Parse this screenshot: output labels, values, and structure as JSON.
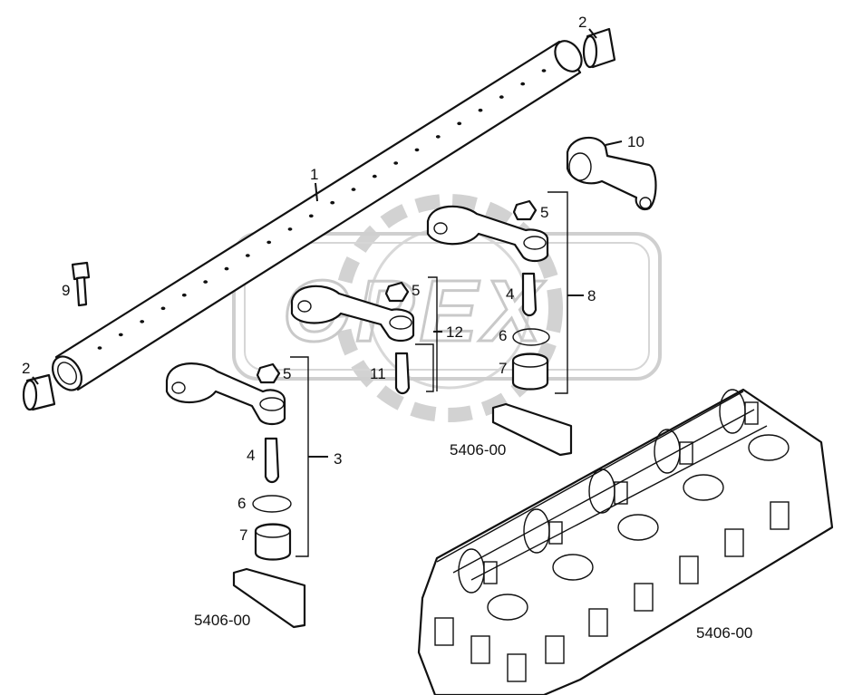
{
  "colors": {
    "ink": "#111111",
    "watermark": "#c9c9c9",
    "background": "#ffffff"
  },
  "watermark": {
    "text": "OPEX"
  },
  "callouts": [
    {
      "id": "1",
      "text": "1"
    },
    {
      "id": "2-top",
      "text": "2"
    },
    {
      "id": "2-left",
      "text": "2"
    },
    {
      "id": "3",
      "text": "3"
    },
    {
      "id": "4-low",
      "text": "4"
    },
    {
      "id": "4-mid",
      "text": "4"
    },
    {
      "id": "5-low",
      "text": "5"
    },
    {
      "id": "5-mid",
      "text": "5"
    },
    {
      "id": "5-top",
      "text": "5"
    },
    {
      "id": "6-low",
      "text": "6"
    },
    {
      "id": "6-mid",
      "text": "6"
    },
    {
      "id": "7-low",
      "text": "7"
    },
    {
      "id": "7-mid",
      "text": "7"
    },
    {
      "id": "8",
      "text": "8"
    },
    {
      "id": "9",
      "text": "9"
    },
    {
      "id": "10",
      "text": "10"
    },
    {
      "id": "11",
      "text": "11"
    },
    {
      "id": "12",
      "text": "12"
    }
  ],
  "references": [
    {
      "id": "ref-middle",
      "text": "5406-00"
    },
    {
      "id": "ref-lower-left",
      "text": "5406-00"
    },
    {
      "id": "ref-lower-right",
      "text": "5406-00"
    }
  ]
}
